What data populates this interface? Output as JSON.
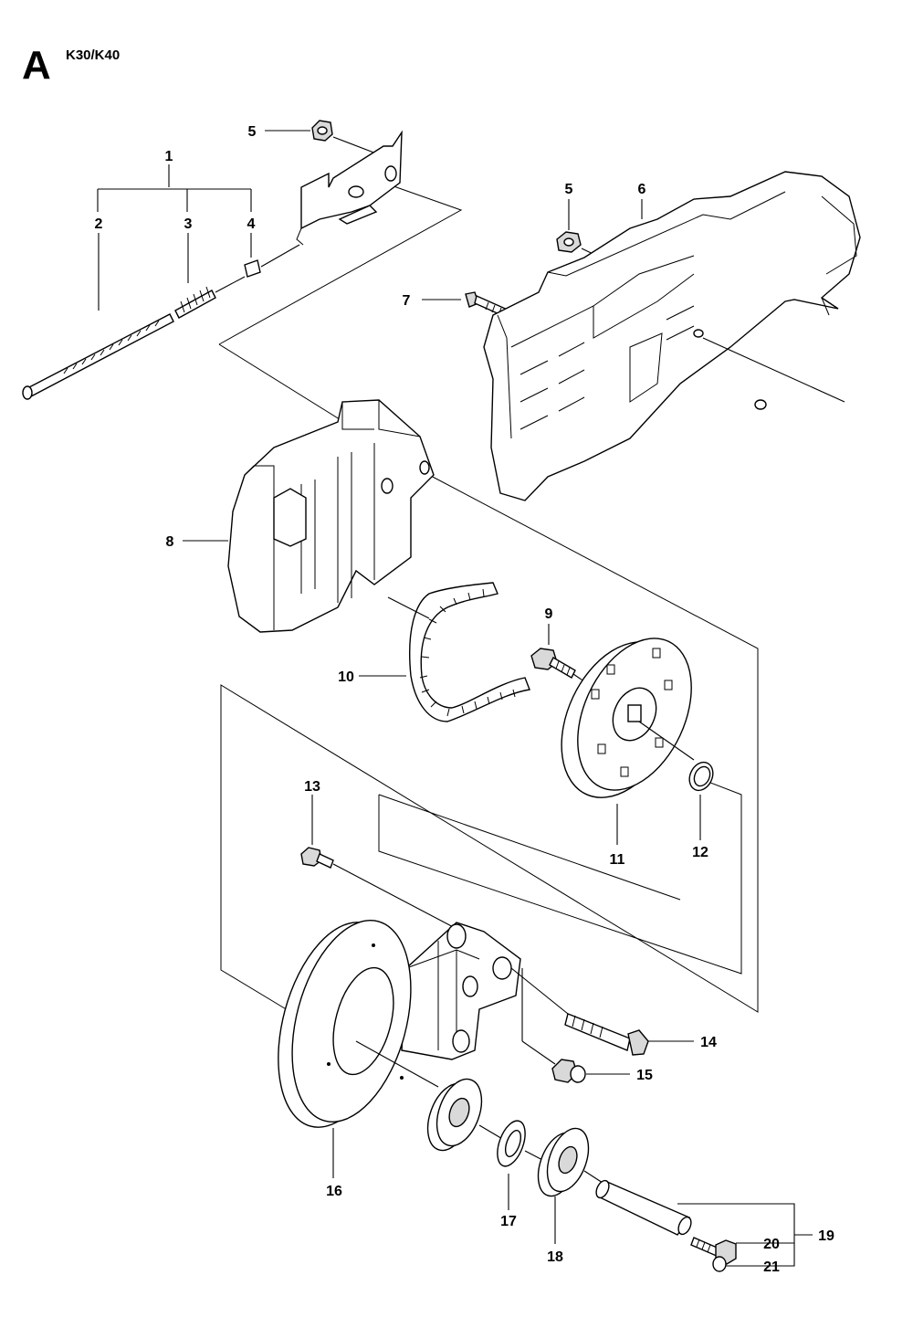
{
  "header": {
    "letter": "A",
    "model": "K30/K40"
  },
  "callouts": [
    "1",
    "2",
    "3",
    "4",
    "5",
    "5",
    "6",
    "7",
    "8",
    "9",
    "10",
    "11",
    "12",
    "13",
    "14",
    "15",
    "16",
    "17",
    "18",
    "19",
    "20",
    "21"
  ]
}
